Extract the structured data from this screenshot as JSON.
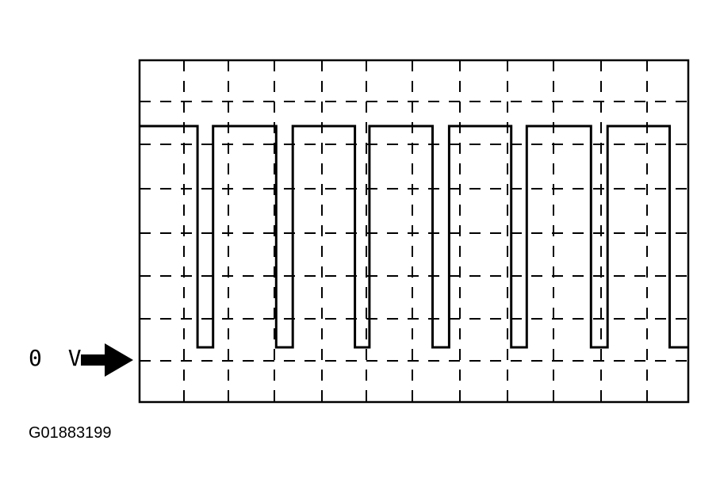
{
  "reference_label": "0 V",
  "figure_id": "G01883199",
  "waveform": {
    "type": "square-wave",
    "high_level": 1,
    "low_level": 0,
    "cycles": [
      {
        "high_start": 0.0,
        "fall": 1.12,
        "rise": 1.42
      },
      {
        "high_start": 1.42,
        "fall": 2.64,
        "rise": 2.96
      },
      {
        "high_start": 2.96,
        "fall": 4.16,
        "rise": 4.44
      },
      {
        "high_start": 4.44,
        "fall": 5.66,
        "rise": 5.98
      },
      {
        "high_start": 5.98,
        "fall": 7.18,
        "rise": 7.48
      },
      {
        "high_start": 7.48,
        "fall": 8.72,
        "rise": 9.04
      },
      {
        "high_start": 9.04,
        "fall": 10.24,
        "rise": 10.6
      }
    ],
    "x_span": 10.6
  },
  "grid": {
    "vertical_divisions": 12,
    "horizontal_divisions": 8,
    "style": "dashed"
  },
  "colors": {
    "trace": "#000000",
    "grid": "#000000",
    "background": "#ffffff"
  },
  "icons": {
    "reference_arrow": "right-arrow-icon"
  }
}
